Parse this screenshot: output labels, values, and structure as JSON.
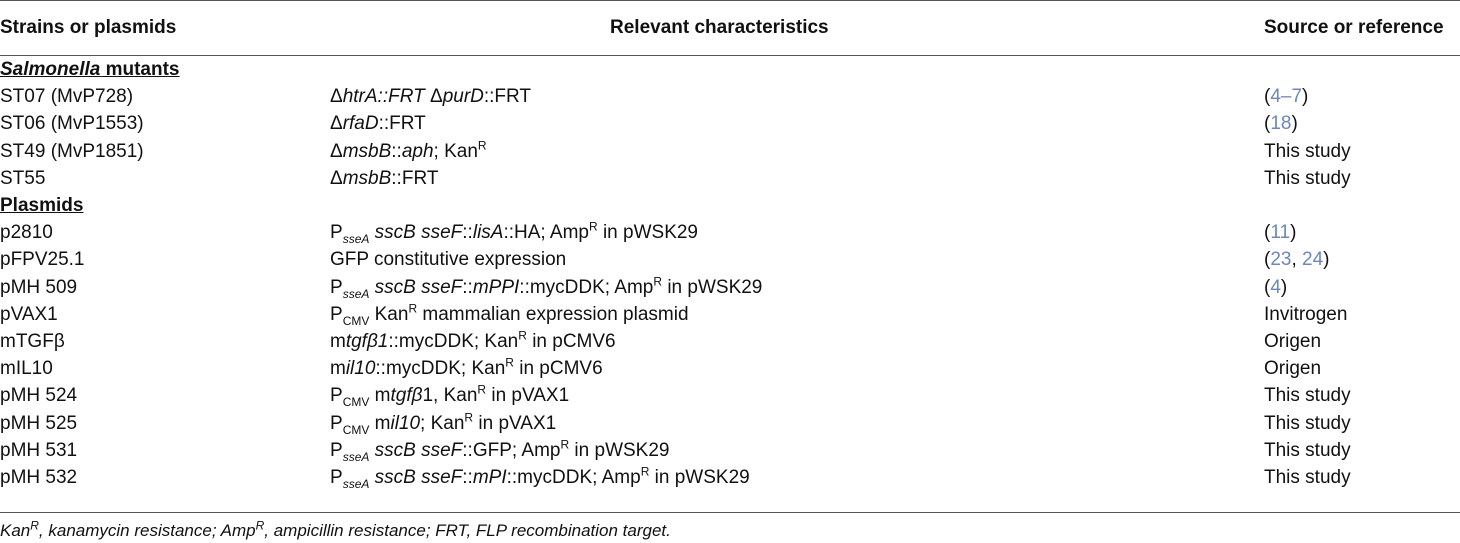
{
  "headers": [
    "Strains or plasmids",
    "Relevant characteristics",
    "Source or reference"
  ],
  "sections": {
    "salmonella_italic": "Salmonella",
    "salmonella_rest": " mutants",
    "plasmids": "Plasmids"
  },
  "rows": {
    "st07": {
      "name": "ST07 (MvP728)",
      "delta1": "Δ",
      "gene1": "htrA::FRT",
      "delta2": " Δ",
      "gene2": "purD",
      "tail": "::FRT",
      "ref_open": "(",
      "ref": "4–7",
      "ref_close": ")"
    },
    "st06": {
      "name": "ST06 (MvP1553)",
      "delta": "Δ",
      "gene": "rfaD",
      "tail": "::FRT",
      "ref_open": "(",
      "ref": "18",
      "ref_close": ")"
    },
    "st49": {
      "name": "ST49 (MvP1851)",
      "delta": "Δ",
      "gene": "msbB",
      "mid": "::",
      "gene2": "aph",
      "tail": "; Kan",
      "sup": "R",
      "source": "This study"
    },
    "st55": {
      "name": "ST55",
      "delta": "Δ",
      "gene": "msbB",
      "tail": "::FRT",
      "source": "This study"
    },
    "p2810": {
      "name": "p2810",
      "p": "P",
      "sub": "sseA",
      "g1": " sscB sseF",
      "m1": "::",
      "g2": "lisA",
      "t1": "::HA; Amp",
      "sup": "R",
      "t2": " in pWSK29",
      "ref_open": "(",
      "ref": "11",
      "ref_close": ")"
    },
    "pfpv": {
      "name": "pFPV25.1",
      "desc": "GFP constitutive expression",
      "ref_open": "(",
      "ref1": "23",
      "ref_sep": ", ",
      "ref2": "24",
      "ref_close": ")"
    },
    "pmh509": {
      "name": "pMH 509",
      "p": "P",
      "sub": "sseA",
      "g1": " sscB sseF",
      "m1": "::",
      "g2": "mPPI",
      "t1": "::mycDDK; Amp",
      "sup": "R",
      "t2": " in pWSK29",
      "ref_open": "(",
      "ref": "4",
      "ref_close": ")"
    },
    "pvax1": {
      "name": "pVAX1",
      "p": "P",
      "sub": "CMV",
      "t1": " Kan",
      "sup": "R",
      "t2": " mammalian expression plasmid",
      "source": "Invitrogen"
    },
    "mtgfb": {
      "name": "mTGFβ",
      "m": "m",
      "g": "tgfβ1",
      "t1": "::mycDDK; Kan",
      "sup": "R",
      "t2": " in pCMV6",
      "source": "Origen"
    },
    "mil10": {
      "name": "mIL10",
      "m": "m",
      "g": "il10",
      "t1": "::mycDDK; Kan",
      "sup": "R",
      "t2": " in pCMV6",
      "source": "Origen"
    },
    "pmh524": {
      "name": "pMH 524",
      "p": "P",
      "sub": "CMV",
      "m": " m",
      "g": "tgfβ",
      "t1": "1, Kan",
      "sup": "R",
      "t2": " in pVAX1",
      "source": "This study"
    },
    "pmh525": {
      "name": "pMH 525",
      "p": "P",
      "sub": "CMV",
      "m": " m",
      "g": "il10",
      "t1": "; Kan",
      "sup": "R",
      "t2": " in pVAX1",
      "source": "This study"
    },
    "pmh531": {
      "name": "pMH 531",
      "p": "P",
      "sub": "sseA",
      "g1": " sscB sseF",
      "t1": "::GFP; Amp",
      "sup": "R",
      "t2": " in pWSK29",
      "source": "This study"
    },
    "pmh532": {
      "name": "pMH 532",
      "p": "P",
      "sub": "sseA",
      "g1": " sscB sseF",
      "m1": "::",
      "g2": "mPI",
      "t1": "::mycDDK; Amp",
      "sup": "R",
      "t2": " in pWSK29",
      "source": "This study"
    }
  },
  "footnote": {
    "k": "Kan",
    "k_sup": "R",
    "k_text": ", kanamycin resistance; Amp",
    "a_sup": "R",
    "a_text": ", ampicillin resistance; FRT, FLP recombination target."
  }
}
